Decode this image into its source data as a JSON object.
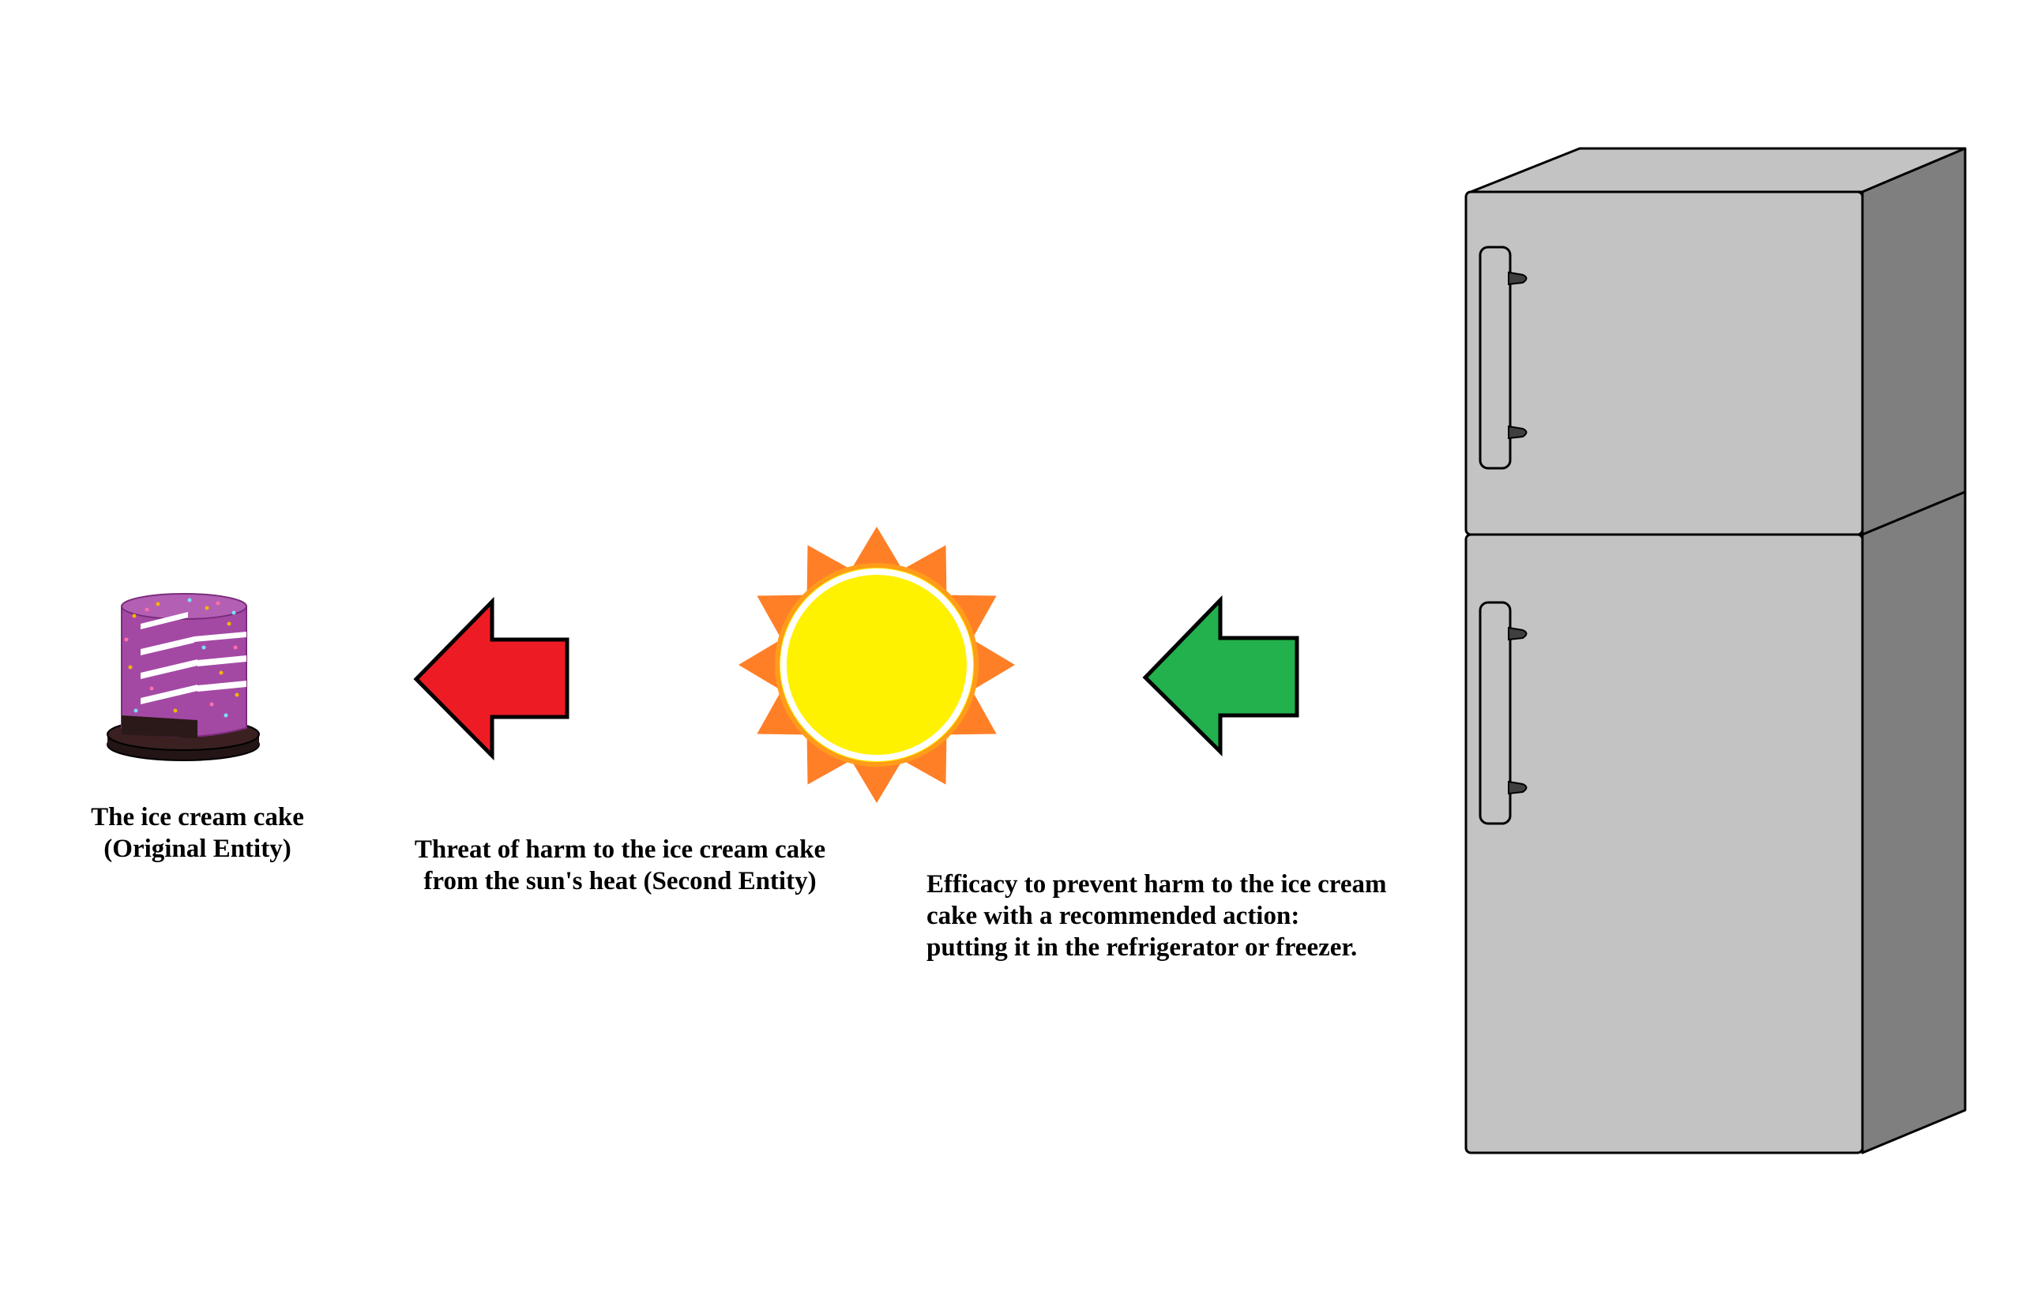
{
  "captions": {
    "cake": {
      "line1": "The ice cream cake",
      "line2": "(Original Entity)"
    },
    "sun": {
      "line1": "Threat of harm to the ice cream cake",
      "line2": "from the sun's heat (Second Entity)"
    },
    "fridge": {
      "line1": "Efficacy to prevent harm to the ice cream",
      "line2": "cake with a recommended action:",
      "line3": "putting it in the refrigerator or freezer."
    }
  },
  "colors": {
    "threat_arrow": "#ed1c24",
    "efficacy_arrow": "#22b14c",
    "sun_core": "#fff200",
    "sun_rays": "#ff7f27",
    "cake": "#a349a4",
    "cake_plate": "#231515",
    "fridge_front": "#c3c3c3",
    "fridge_side": "#7f7f7f"
  },
  "icons": [
    "ice-cream-cake-icon",
    "threat-arrow-icon",
    "sun-icon",
    "efficacy-arrow-icon",
    "refrigerator-icon"
  ]
}
